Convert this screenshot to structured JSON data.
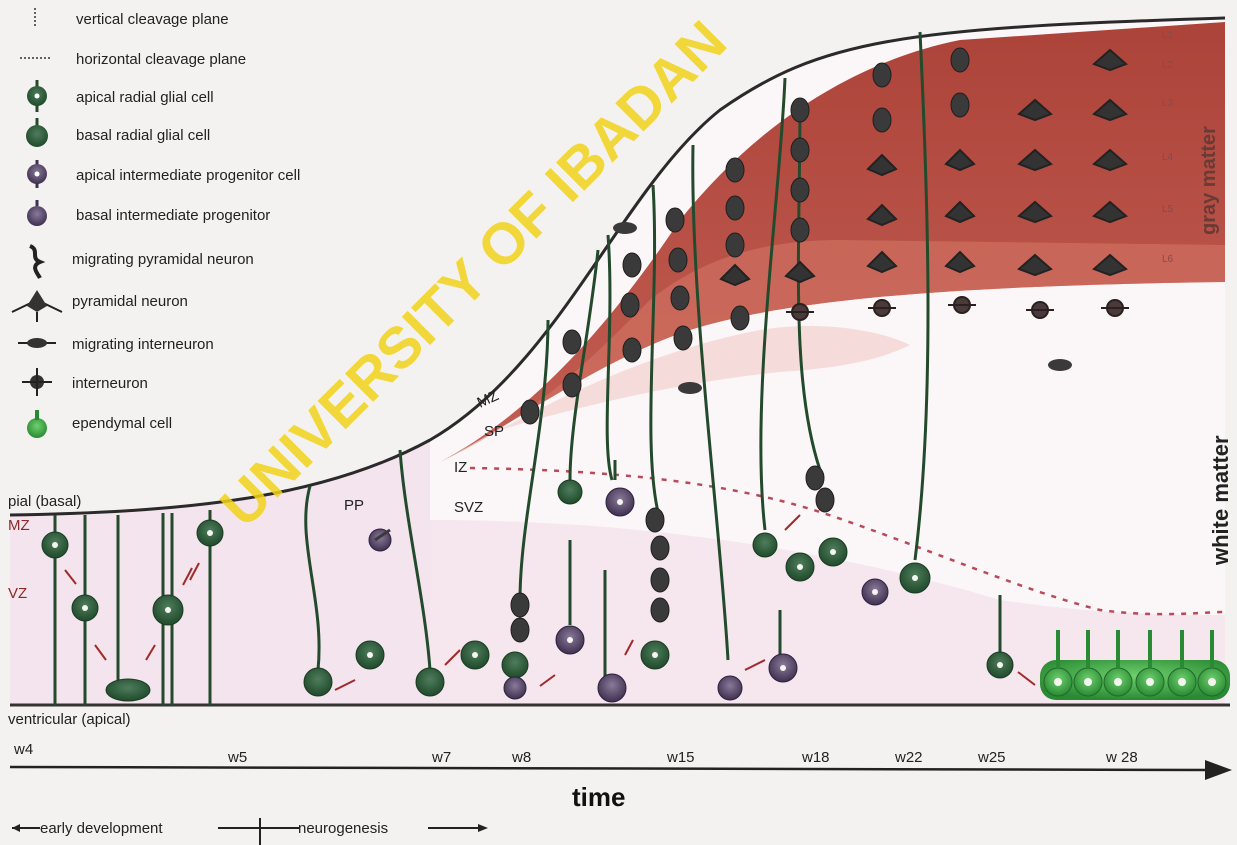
{
  "legend": [
    {
      "id": "vertical",
      "label": "vertical cleavage plane"
    },
    {
      "id": "horizontal",
      "label": "horizontal cleavage plane"
    },
    {
      "id": "aRG",
      "label": "apical radial glial cell"
    },
    {
      "id": "bRG",
      "label": "basal radial glial cell"
    },
    {
      "id": "aIP",
      "label": "apical intermediate progenitor cell"
    },
    {
      "id": "bIP",
      "label": "basal intermediate progenitor"
    },
    {
      "id": "mpn",
      "label": "migrating pyramidal neuron"
    },
    {
      "id": "pn",
      "label": "pyramidal neuron"
    },
    {
      "id": "mi",
      "label": "migrating interneuron"
    },
    {
      "id": "in",
      "label": "interneuron"
    },
    {
      "id": "ep",
      "label": "ependymal cell"
    }
  ],
  "surfaces": {
    "pial": "pial (basal)",
    "ventricular": "ventricular (apical)"
  },
  "zones": {
    "mz_left": "MZ",
    "vz": "VZ",
    "pp": "PP",
    "mz": "MZ",
    "sp": "SP",
    "iz": "IZ",
    "svz": "SVZ"
  },
  "layers": [
    "L1",
    "L2",
    "L3",
    "L4",
    "L5",
    "L6"
  ],
  "side_labels": {
    "gray": "gray matter",
    "white": "white matter"
  },
  "timeline": {
    "weeks": [
      "w4",
      "w5",
      "w7",
      "w8",
      "w15",
      "w18",
      "w22",
      "w25",
      "w 28"
    ],
    "axis_label": "time",
    "phases": {
      "early": "early development",
      "neuro": "neurogenesis"
    }
  },
  "watermark": "UNIVERSITY OF IBADAN",
  "colors": {
    "cell_dark": "#2e5a3a",
    "cell_purple": "#5a4a6a",
    "fiber": "#234a2c",
    "cortex": "#b0503e",
    "cortex_dark": "#8e2f2a",
    "vz_tint": "#f2e2ec",
    "ependymal": "#3aa043",
    "watermark": "#f1d31a"
  }
}
